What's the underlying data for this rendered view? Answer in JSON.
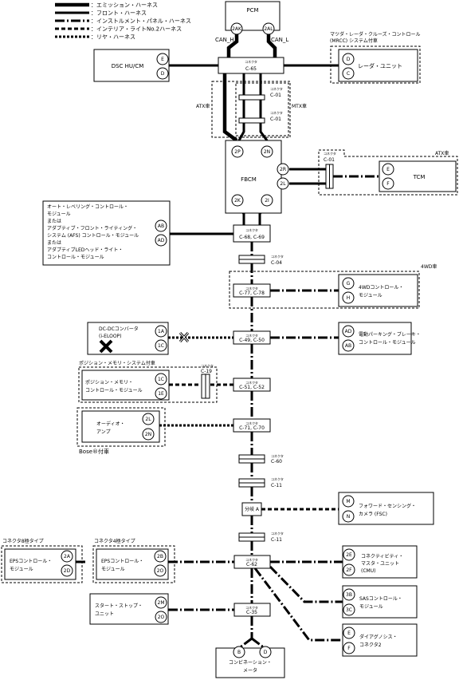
{
  "legend": [
    {
      "label": "：エミッション・ハーネス",
      "style": "emission"
    },
    {
      "label": "：フロント・ハーネス",
      "style": "front"
    },
    {
      "label": "：インストルメント・パネル・ハーネス",
      "style": "instrument"
    },
    {
      "label": "：インテリア・ライトNo.2ハーネス",
      "style": "interior"
    },
    {
      "label": "：リヤ・ハーネス",
      "style": "rear"
    }
  ],
  "modules": {
    "pcm": "PCM",
    "dsc": "DSC HU/CM",
    "radar_title_1": "マツダ・レーダ・クルーズ・コントロール",
    "radar_title_2": "(MRCC) システム付車",
    "radar": "レーダ・ユニット",
    "fbcm": "FBCM",
    "tcm": "TCM",
    "atx_car_right": "ATX車",
    "als_lines": [
      "オート・レベリング・コントロール・",
      "モジュール",
      "または",
      "アダプティブ・フロント・ライティング・",
      "システム (AFS) コントロール・モジュール",
      "または",
      "アダプティブLEDヘッド・ライト・",
      "コントロール・モジュール"
    ],
    "fwd_car": "4WD車",
    "fwd_lines": [
      "4WDコントロール・",
      "モジュール"
    ],
    "dcdc_lines": [
      "DC-DCコンバータ",
      "(i-ELOOP)"
    ],
    "epb_lines": [
      "電動パーキング・ブレーキ・",
      "コントロール・モジュール"
    ],
    "pos_title": "ポジション・メモリ・システム付車",
    "pos_lines": [
      "ポジション・メモリ・",
      "コントロール・モジュール"
    ],
    "audio_lines": [
      "オーディオ・",
      "アンプ"
    ],
    "bose": "Bose®付車",
    "fsc_lines": [
      "フォワード・センシング・",
      "カメラ (FSC)"
    ],
    "eps8_title": "コネクタ8極タイプ",
    "eps4_title": "コネクタ4極タイプ",
    "eps_lines": [
      "EPSコントロール・",
      "モジュール"
    ],
    "cmu_lines": [
      "コネクティビティ・",
      "マスタ・ユニット",
      "(CMU)"
    ],
    "sas_lines": [
      "SASコントロール・",
      "モジュール"
    ],
    "ss_lines": [
      "スタート・ストップ・",
      "ユニット"
    ],
    "diag_lines": [
      "ダイアグノシス・",
      "コネクタ2"
    ],
    "combi_lines": [
      "コンビネーション・",
      "メータ"
    ]
  },
  "pins": {
    "pcm_l": "2AK",
    "pcm_r": "2AL",
    "dsc_1": "E",
    "dsc_2": "D",
    "radar_1": "D",
    "radar_2": "C",
    "fbcm_tl": "2P",
    "fbcm_tr": "2N",
    "fbcm_r1": "2R",
    "fbcm_r2": "2L",
    "fbcm_bl": "2K",
    "fbcm_br": "2I",
    "tcm_1": "E",
    "tcm_2": "F",
    "als_1": "AB",
    "als_2": "AD",
    "fwd_1": "G",
    "fwd_2": "H",
    "dcdc_1": "1A",
    "dcdc_2": "1C",
    "epb_1": "AD",
    "epb_2": "AB",
    "pos_1": "1C",
    "pos_2": "1E",
    "audio_1": "2L",
    "audio_2": "2N",
    "fsc_1": "M",
    "fsc_2": "N",
    "eps8_1": "2A",
    "eps8_2": "2D",
    "eps4_1": "2B",
    "eps4_2": "2O",
    "cmu_1": "2E",
    "cmu_2": "2F",
    "sas_1": "3B",
    "sas_2": "3C",
    "ss_1": "2M",
    "ss_2": "2O",
    "diag_1": "E",
    "diag_2": "F",
    "combi_1": "B",
    "combi_2": "D"
  },
  "connectors": {
    "label": "コネクタ",
    "c65": "C-65",
    "c01": "C-01",
    "c68": "C-68, C-69",
    "c04": "C-04",
    "c77": "C-77, C-78",
    "c49": "C-49, C-50",
    "c19": "C-19",
    "c51": "C-51, C-52",
    "c71": "C-71, C-70",
    "c60": "C-60",
    "c11": "C-11",
    "c62": "C-62",
    "c35": "C-35",
    "branch": "分岐 A"
  },
  "labels": {
    "can_h": "CAN_H",
    "can_l": "CAN_L",
    "atx_left": "ATX車",
    "mtx": "MTX車"
  }
}
